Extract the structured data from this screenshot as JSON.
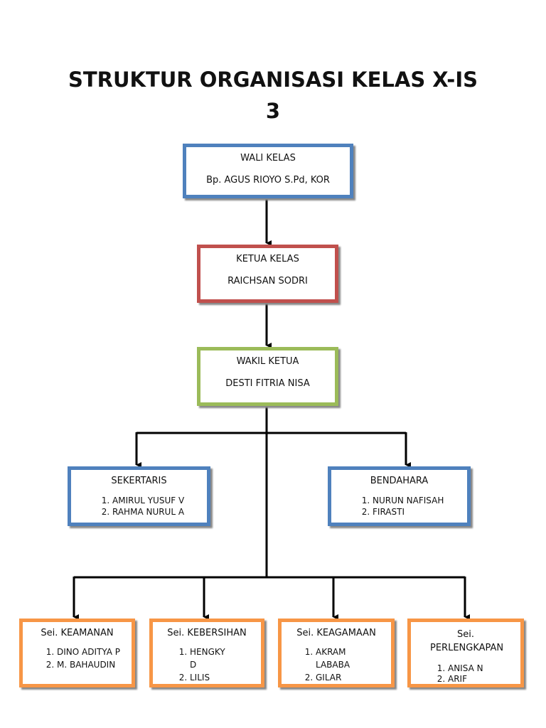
{
  "title": "STRUKTUR ORGANISASI KELAS X-IS 3",
  "colors": {
    "blue": "#4f81bd",
    "red": "#c0504d",
    "green": "#9bbb59",
    "orange": "#f79646"
  },
  "wali": {
    "title": "WALI KELAS",
    "name": "Bp. AGUS RIOYO S.Pd, KOR"
  },
  "ketua": {
    "title": "KETUA KELAS",
    "name": "RAICHSAN SODRI"
  },
  "wakil": {
    "title": "WAKIL KETUA",
    "name": "DESTI FITRIA NISA"
  },
  "sekertaris": {
    "title": "SEKERTARIS",
    "members": [
      "AMIRUL YUSUF V",
      "RAHMA NURUL A"
    ]
  },
  "bendahara": {
    "title": "BENDAHARA",
    "members": [
      "NURUN NAFISAH",
      "FIRASTI"
    ]
  },
  "seksi": [
    {
      "title": "Sei. KEAMANAN",
      "members": [
        "DINO ADITYA P",
        "M. BAHAUDIN"
      ]
    },
    {
      "title": "Sei. KEBERSIHAN",
      "members": [
        "HENGKY D",
        "LILIS SOFIANA"
      ]
    },
    {
      "title": "Sei. KEAGAMAAN",
      "members": [
        "AKRAM LABABA",
        "GILAR"
      ]
    },
    {
      "title": "Sei. PERLENGKAPAN",
      "members": [
        "ANISA N",
        "ARIF"
      ]
    }
  ]
}
